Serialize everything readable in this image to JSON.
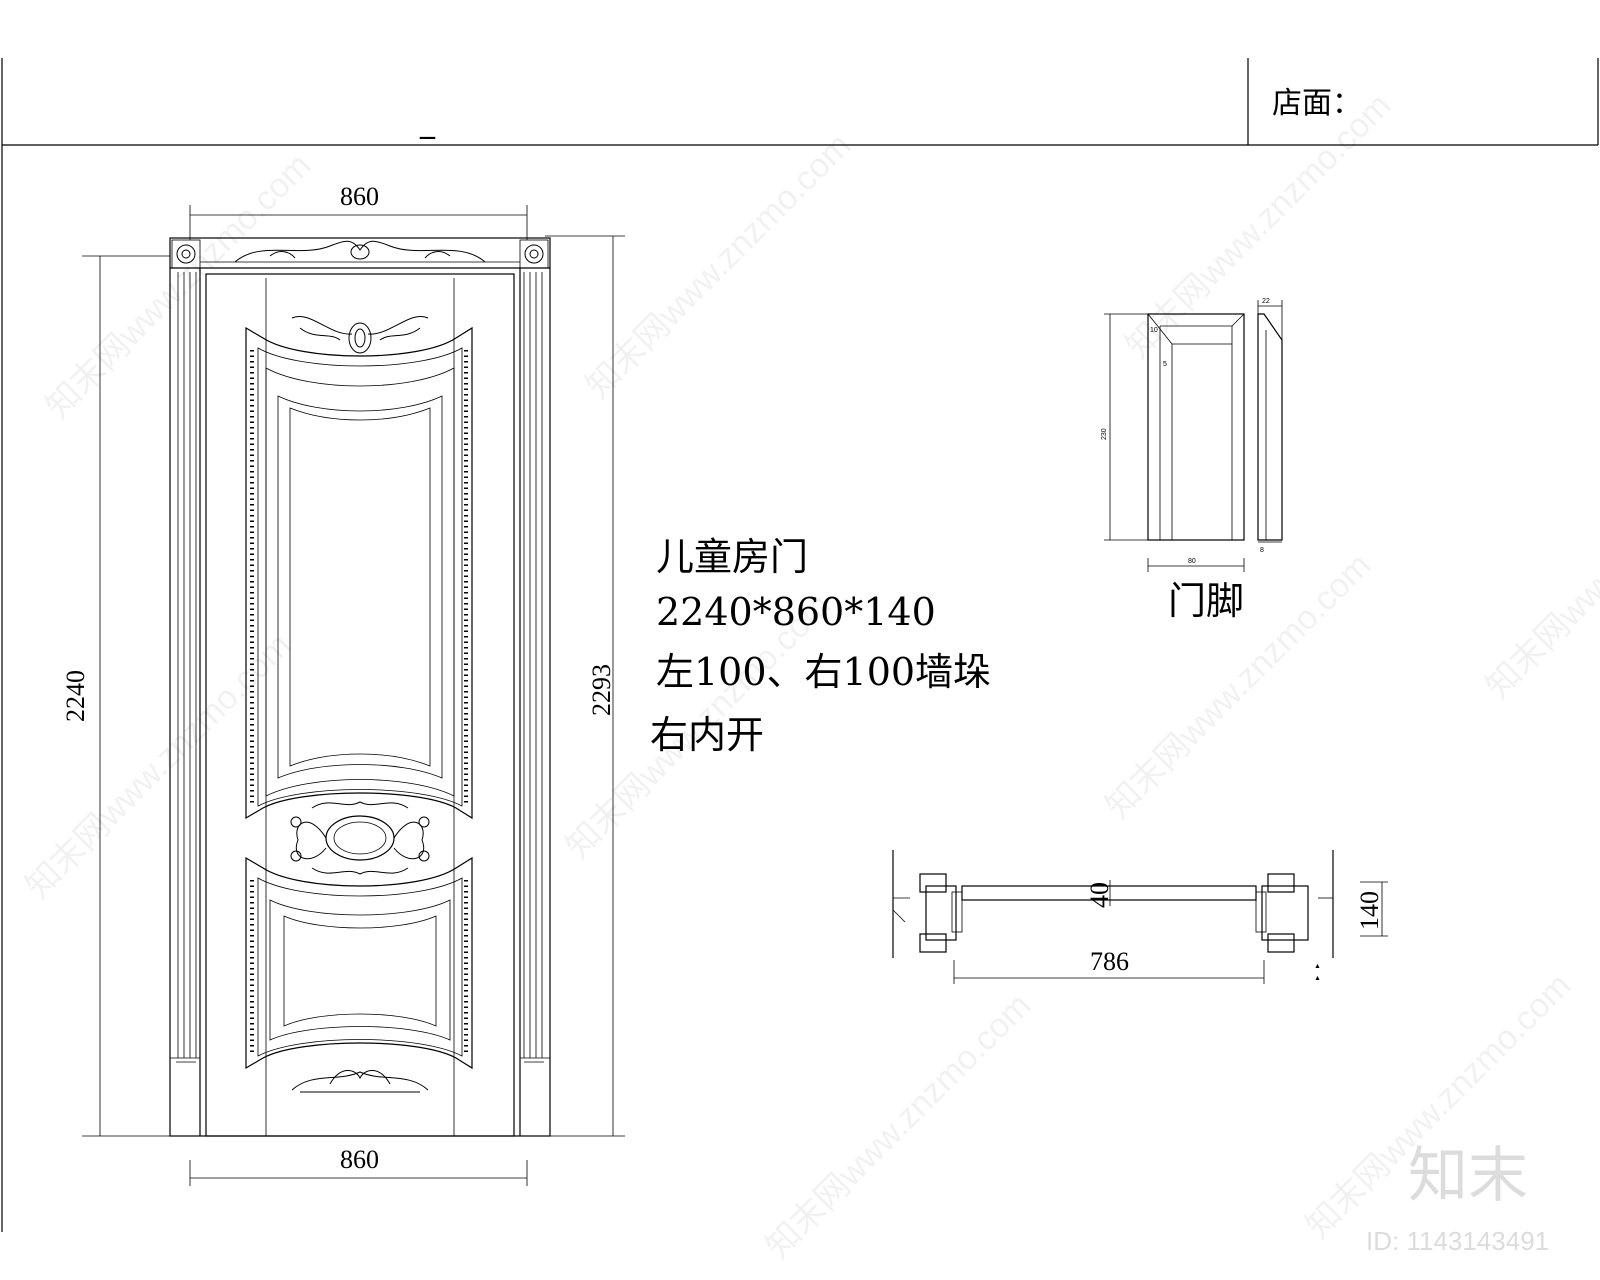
{
  "header": {
    "left_mark": "_",
    "store_label": "店面："
  },
  "elevation": {
    "width_top": "860",
    "width_bottom": "860",
    "height_left": "2240",
    "height_right": "2293"
  },
  "notes": {
    "title": "儿童房门",
    "size": "2240*860*140",
    "wall": "左100、右100墙垛",
    "opening": "右内开"
  },
  "door_foot": {
    "label": "门脚",
    "dim_top": "22",
    "dim_a": "10",
    "dim_b": "5",
    "dim_height": "230",
    "dim_bottom": "80",
    "dim_side": "8"
  },
  "section": {
    "thickness_dim": "40",
    "depth_dim": "140",
    "clear_width_dim": "786"
  },
  "watermark": {
    "text": "知末网www.znzmo.com",
    "brand": "知末",
    "id": "ID: 1143143491"
  }
}
